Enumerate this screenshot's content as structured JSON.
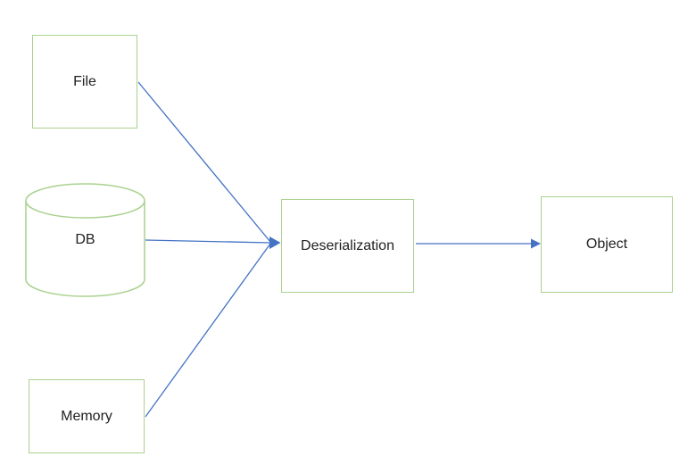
{
  "diagram": {
    "nodes": {
      "file": {
        "label": "File",
        "shape": "rectangle"
      },
      "db": {
        "label": "DB",
        "shape": "cylinder"
      },
      "memory": {
        "label": "Memory",
        "shape": "rectangle"
      },
      "deserialization": {
        "label": "Deserialization",
        "shape": "rectangle"
      },
      "object": {
        "label": "Object",
        "shape": "rectangle"
      }
    },
    "connectors": [
      {
        "from": "File",
        "to": "Deserialization",
        "arrowhead": "true"
      },
      {
        "from": "DB",
        "to": "Deserialization",
        "arrowhead": "true"
      },
      {
        "from": "Memory",
        "to": "Deserialization",
        "arrowhead": "true"
      },
      {
        "from": "Deserialization",
        "to": "Object",
        "arrowhead": "true"
      }
    ],
    "colors": {
      "shape_border": "#A9D18E",
      "connector": "#4472C4",
      "text": "#212121",
      "background": "#FFFFFF"
    }
  }
}
